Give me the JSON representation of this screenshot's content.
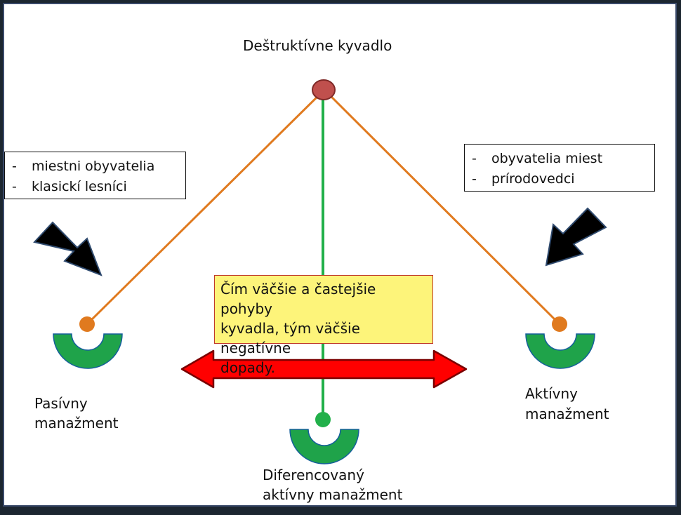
{
  "title": "Deštruktívne kyvadlo",
  "left_box": {
    "items": [
      "miestni obyvatelia",
      "klasickí lesníci"
    ]
  },
  "right_box": {
    "items": [
      "obyvatelia miest",
      "prírodovedci"
    ]
  },
  "note": "Čím väčšie a častejšie pohyby\nkyvadla, tým väčšie negatívne\ndopady.",
  "labels": {
    "left_line1": "Pasívny",
    "left_line2": "manažment",
    "right_line1": "Aktívny",
    "right_line2": "manažment",
    "bottom_line1": "Diferencovaný",
    "bottom_line2": "aktívny manažment"
  },
  "colors": {
    "pivot": "#c0504d",
    "swing_arm": "#e07a1f",
    "center_arm": "#22b04a",
    "cup": "#1fa34a",
    "double_arrow_fill": "#ff0000",
    "double_arrow_stroke": "#7a0000",
    "black_arrow": "#000000",
    "note_bg": "#fdf47a"
  },
  "icons": {
    "side_arrows": "arrow-down-right-icon / arrow-down-left-icon",
    "range": "double-arrow-icon"
  }
}
